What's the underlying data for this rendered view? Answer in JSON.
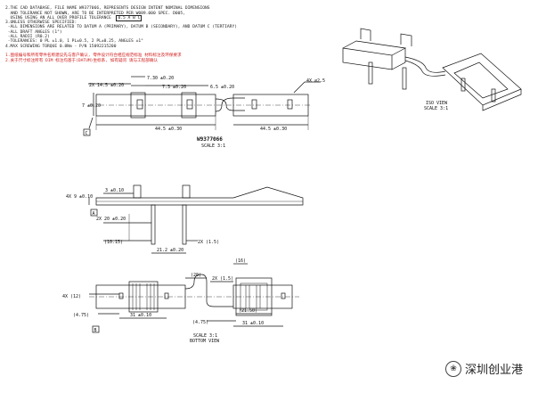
{
  "notes": {
    "lines": [
      "2.THE CAD DATABASE, FILE NAME W9377066, REPRESENTS DESIGN INTENT NOMINAL DIMENSIONS",
      "  AND TOLERANCE NOT SHOWN, ARE TO BE INTERPRETED PER W089.000 SPEC. D005,",
      "  USING USING AN ALL OVER PROFILE TOLERANCE",
      "3.UNLESS OTHERWISE SPECIFIED:",
      " -ALL DIMENSIONS ARE RELATED TO DATUM A (PRIMARY), DATUM B (SECONDARY), AND DATUM C (TERTIARY)",
      " -ALL DRAFT ANGLES (1°)",
      " -ALL RADII (R0.2)",
      " -TOLERANCES: 0 PL ±1.0, 1 PL±0.5, 2 PL±0.25, ANGLES ±1°",
      "4.MAX SCREWING TORQUE 0.8Nm - P/N 15092215200"
    ],
    "tolerance_box": "0.5 A B C",
    "red_lines": [
      "1.图纸编号和所有零件名称建议先与客户确认, 零件设计符合相应规范标准 材料标注及环保要求",
      "2.关于尺寸标注所有 DIM 标注均基于(DATUM)坐标系, 如有疑问 请与工程部确认"
    ]
  },
  "top_view": {
    "dim_7_30": "7.30 ±0.20",
    "dim_7_3": "7.3 ±0.20",
    "dim_6_5": "6.5 ±0.20",
    "dim_2x_14_5": "2X 14.5 ±0.20",
    "dim_7": "7 ±0.20",
    "dim_4x_phi": "4X ⌀2.5",
    "dim_44_5_left": "44.5 ±0.30",
    "dim_44_5_right": "44.5 ±0.30",
    "datum_c": "C",
    "part_number": "W9377066",
    "scale": "SCALE  3:1"
  },
  "iso_view": {
    "label": "ISO VIEW",
    "scale": "SCALE  3:1"
  },
  "side_view": {
    "dim_4x_9": "4X 9 ±0.10",
    "dim_3": "3 ±0.10",
    "datum_a": "A",
    "dim_2x_20": "2X 20 ±0.20",
    "dim_10_15": "(10.15)",
    "dim_21_2": "21.2 ±0.20",
    "dim_2x_1_5": "2X (1.5)"
  },
  "bottom_view": {
    "dim_16": "(16)",
    "dim_20": "(20)",
    "dim_2x_1_5": "2X (1.5)",
    "dim_4x_12": "4X (12)",
    "dim_4_75_left": "(4.75)",
    "dim_4_75_right": "(4.75)",
    "dim_31_left": "31 ±0.10",
    "dim_31_right": "31 ±0.10",
    "dim_21_50": "(21.50)",
    "datum_b": "B",
    "scale": "SCALE  3:1",
    "view_name": "BOTTOM VIEW"
  },
  "watermark": {
    "text": "深圳创业港"
  }
}
